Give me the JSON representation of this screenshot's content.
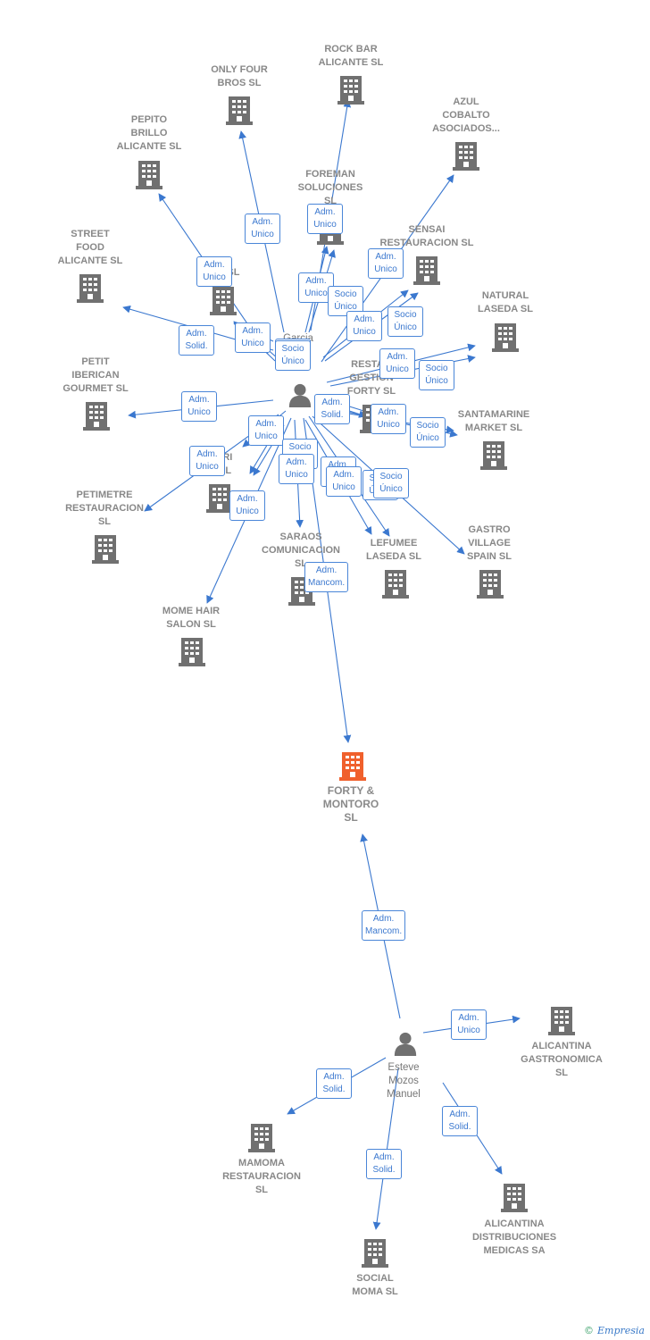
{
  "colors": {
    "edge": "#3b78cf",
    "building": "#707070",
    "focus": "#f0602c",
    "person": "#707070"
  },
  "focus": {
    "name": "FORTY &\nMONTORO\nSL"
  },
  "companies": [
    {
      "id": "rockbar",
      "name": "ROCK BAR\nALICANTE  SL"
    },
    {
      "id": "onlyfour",
      "name": "ONLY FOUR\nBROS  SL"
    },
    {
      "id": "azul",
      "name": "AZUL\nCOBALTO\nASOCIADOS..."
    },
    {
      "id": "pepito",
      "name": "PEPITO\nBRILLO\nALICANTE  SL"
    },
    {
      "id": "foreman",
      "name": "FOREMAN\nSOLUCIONES\nSL"
    },
    {
      "id": "sensai",
      "name": "SENSAI\nRESTAURACION SL"
    },
    {
      "id": "street",
      "name": "STREET\nFOOD\nALICANTE  SL"
    },
    {
      "id": "al",
      "name": "AL...  SL"
    },
    {
      "id": "natural",
      "name": "NATURAL\nLASEDA  SL"
    },
    {
      "id": "petit",
      "name": "PETIT\nIBERICAN\nGOURMET SL"
    },
    {
      "id": "resta",
      "name": "RESTA...\nGESTION\nFORTY SL"
    },
    {
      "id": "santamarine",
      "name": "SANTAMARINE\nMARKET  SL"
    },
    {
      "id": "ori",
      "name": "...ORI\n... SL"
    },
    {
      "id": "petimetre",
      "name": "PETIMETRE\nRESTAURACION\nSL"
    },
    {
      "id": "saraos",
      "name": "SARAOS\nCOMUNICACION\nSL"
    },
    {
      "id": "lefumee",
      "name": "LEFUMEE\nLASEDA  SL"
    },
    {
      "id": "gastro",
      "name": "GASTRO\nVILLAGE\nSPAIN  SL"
    },
    {
      "id": "mome",
      "name": "MOME HAIR\nSALON  SL"
    },
    {
      "id": "alicantina_g",
      "name": "ALICANTINA\nGASTRONOMICA\nSL"
    },
    {
      "id": "mamoma",
      "name": "MAMOMA\nRESTAURACION\nSL"
    },
    {
      "id": "alicantina_d",
      "name": "ALICANTINA\nDISTRIBUCIONES\nMEDICAS SA"
    },
    {
      "id": "social",
      "name": "SOCIAL\nMOMA  SL"
    }
  ],
  "persons": [
    {
      "id": "garcia",
      "name": "Garcia\n...s\nA..."
    },
    {
      "id": "esteve",
      "name": "Esteve\nMozos\nManuel"
    }
  ],
  "badges": [
    {
      "id": "b1",
      "text": "Adm.\nUnico"
    },
    {
      "id": "b2",
      "text": "Adm.\nUnico"
    },
    {
      "id": "b3",
      "text": "Adm.\nUnico"
    },
    {
      "id": "b4",
      "text": "Adm.\nUnico"
    },
    {
      "id": "b5",
      "text": "Adm.\nUnico"
    },
    {
      "id": "b6",
      "text": "Socio\nÚnico"
    },
    {
      "id": "b7",
      "text": "Adm.\nUnico"
    },
    {
      "id": "b8",
      "text": "Socio\nÚnico"
    },
    {
      "id": "b9",
      "text": "Adm.\nUnico"
    },
    {
      "id": "b10",
      "text": "Adm.\nSolid."
    },
    {
      "id": "b11",
      "text": "Adm.\nUnico"
    },
    {
      "id": "b12",
      "text": "Socio\nÚnico"
    },
    {
      "id": "b13",
      "text": "Adm.\nUnico"
    },
    {
      "id": "b14",
      "text": "Socio\nÚnico"
    },
    {
      "id": "b15",
      "text": "Adm.\nUnico"
    },
    {
      "id": "b16",
      "text": "Adm.\nSolid."
    },
    {
      "id": "b17",
      "text": "Adm.\nUnico"
    },
    {
      "id": "b18",
      "text": "Socio\nÚnico"
    },
    {
      "id": "b19",
      "text": "Adm.\nUnico"
    },
    {
      "id": "b20",
      "text": "Adm.\nUnico"
    },
    {
      "id": "b21",
      "text": "Socio\nÚnico"
    },
    {
      "id": "b22",
      "text": "Adm.\nUnico"
    },
    {
      "id": "b23",
      "text": "Adm.\nUnico"
    },
    {
      "id": "b24",
      "text": "Adm.\nUnico"
    },
    {
      "id": "b25",
      "text": "Socio\nÚnico"
    },
    {
      "id": "b26",
      "text": "Socio\nÚnico"
    },
    {
      "id": "b27",
      "text": "Adm.\nUnico"
    },
    {
      "id": "b28",
      "text": "Adm.\nMancom."
    },
    {
      "id": "b29",
      "text": "Adm.\nMancom."
    },
    {
      "id": "b30",
      "text": "Adm.\nUnico"
    },
    {
      "id": "b31",
      "text": "Adm.\nSolid."
    },
    {
      "id": "b32",
      "text": "Adm.\nSolid."
    },
    {
      "id": "b33",
      "text": "Adm.\nSolid."
    }
  ],
  "edges": [
    {
      "from": "garcia",
      "to": "rockbar",
      "badge": "b1"
    },
    {
      "from": "garcia",
      "to": "onlyfour",
      "badge": "b2"
    },
    {
      "from": "garcia",
      "to": "azul",
      "badge": "b3"
    },
    {
      "from": "garcia",
      "to": "pepito",
      "badge": "b4"
    },
    {
      "from": "garcia",
      "to": "foreman",
      "badge": "b5"
    },
    {
      "from": "garcia",
      "to": "foreman",
      "badge": "b6"
    },
    {
      "from": "garcia",
      "to": "sensai",
      "badge": "b7"
    },
    {
      "from": "garcia",
      "to": "sensai",
      "badge": "b8"
    },
    {
      "from": "garcia",
      "to": "al",
      "badge": "b9"
    },
    {
      "from": "garcia",
      "to": "street",
      "badge": "b10"
    },
    {
      "from": "garcia",
      "to": "natural",
      "badge": "b11"
    },
    {
      "from": "garcia",
      "to": "natural",
      "badge": "b12"
    },
    {
      "from": "garcia",
      "to": "al",
      "badge": "b13"
    },
    {
      "from": "garcia",
      "to": "al",
      "badge": "b14"
    },
    {
      "from": "garcia",
      "to": "petit",
      "badge": "b15"
    },
    {
      "from": "garcia",
      "to": "resta",
      "badge": "b16"
    },
    {
      "from": "garcia",
      "to": "santamarine",
      "badge": "b17"
    },
    {
      "from": "garcia",
      "to": "santamarine",
      "badge": "b18"
    },
    {
      "from": "garcia",
      "to": "resta",
      "badge": "b19"
    },
    {
      "from": "garcia",
      "to": "ori",
      "badge": "b20"
    },
    {
      "from": "garcia",
      "to": "ori",
      "badge": "b21"
    },
    {
      "from": "garcia",
      "to": "ori",
      "badge": "b22"
    },
    {
      "from": "garcia",
      "to": "saraos",
      "badge": "b23"
    },
    {
      "from": "garcia",
      "to": "lefumee",
      "badge": "b24"
    },
    {
      "from": "garcia",
      "to": "lefumee",
      "badge": "b25"
    },
    {
      "from": "garcia",
      "to": "gastro",
      "badge": "b26"
    },
    {
      "from": "garcia",
      "to": "petimetre",
      "badge": "b27"
    },
    {
      "from": "garcia",
      "to": "mome",
      "badge": "b27"
    },
    {
      "from": "garcia",
      "to": "focus",
      "badge": "b28"
    },
    {
      "from": "esteve",
      "to": "focus",
      "badge": "b29"
    },
    {
      "from": "esteve",
      "to": "alicantina_g",
      "badge": "b30"
    },
    {
      "from": "esteve",
      "to": "mamoma",
      "badge": "b31"
    },
    {
      "from": "esteve",
      "to": "alicantina_d",
      "badge": "b32"
    },
    {
      "from": "esteve",
      "to": "social",
      "badge": "b33"
    }
  ],
  "credit": {
    "symbol": "©",
    "brand": "Empresia"
  }
}
